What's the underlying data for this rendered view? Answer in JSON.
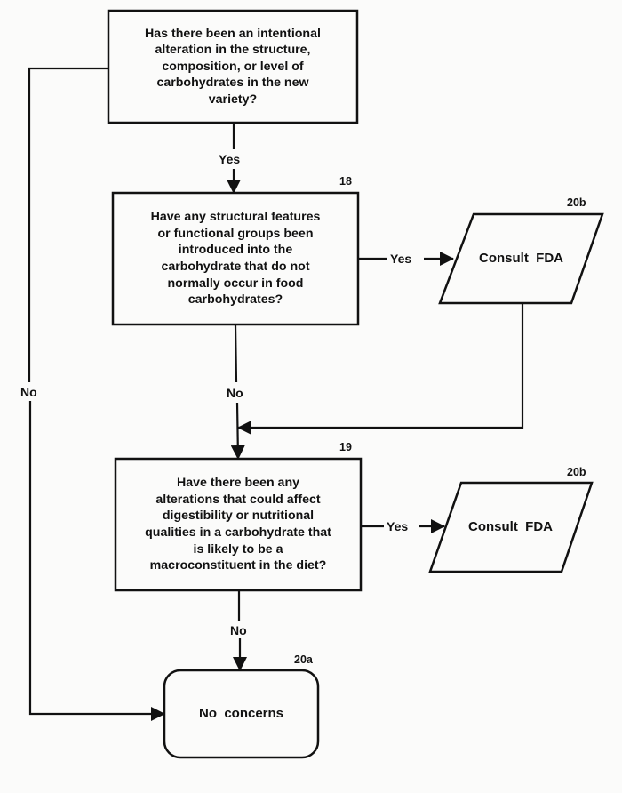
{
  "diagram": {
    "nodes": {
      "q_intentional": {
        "type": "decision-box",
        "text": "Has there been an intentional\nalteration in the structure,\ncomposition, or level of\ncarbohydrates in the new\nvariety?"
      },
      "q18": {
        "type": "decision-box",
        "number": "18",
        "text": "Have any structural  features\nor functional groups been\nintroduced into the\ncarbohydrate that do not\nnormally occur in food\ncarbohydrates?"
      },
      "consult_20b_a": {
        "type": "parallelogram",
        "number": "20b",
        "text": "Consult  FDA"
      },
      "q19": {
        "type": "decision-box",
        "number": "19",
        "text": "Have there been any\nalterations that could affect\ndigestibility or nutritional\nqualities in a carbohydrate that\nis likely to be a\nmacroconstituent in the diet?"
      },
      "consult_20b_b": {
        "type": "parallelogram",
        "number": "20b",
        "text": "Consult  FDA"
      },
      "no_concerns_20a": {
        "type": "terminal",
        "number": "20a",
        "text": "No  concerns"
      }
    },
    "edges": [
      {
        "from": "q_intentional",
        "to": "q18",
        "label": "Yes"
      },
      {
        "from": "q_intentional",
        "to": "no_concerns_20a",
        "label": "No"
      },
      {
        "from": "q18",
        "to": "consult_20b_a",
        "label": "Yes"
      },
      {
        "from": "q18",
        "to": "q19",
        "label": "No"
      },
      {
        "from": "consult_20b_a",
        "to": "q19",
        "label": ""
      },
      {
        "from": "q19",
        "to": "consult_20b_b",
        "label": "Yes"
      },
      {
        "from": "q19",
        "to": "no_concerns_20a",
        "label": "No"
      }
    ],
    "colors": {
      "ink": "#111111",
      "paper": "#fbfbfa"
    }
  }
}
